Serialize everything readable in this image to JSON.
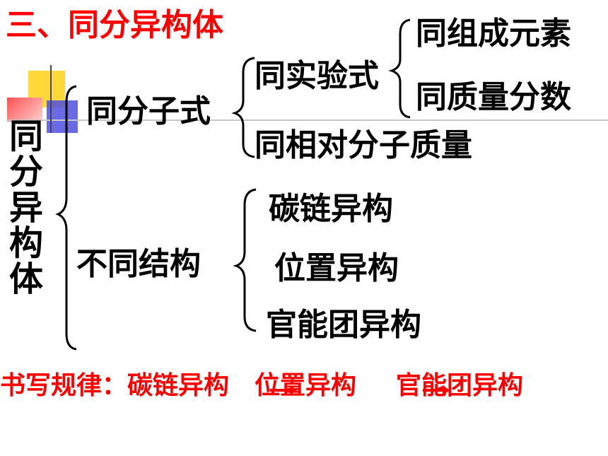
{
  "colors": {
    "red": "#ff0000",
    "black": "#000000",
    "yellow": "#ffd83a",
    "blue": "#4a4adc",
    "pink": "#ff8080"
  },
  "title": "三、同分异构体",
  "root": "同分异构体",
  "branch_same_formula": "同分子式",
  "branch_diff_structure": "不同结构",
  "empirical": "同实验式",
  "same_elements": "同组成元素",
  "same_mass_fraction": "同质量分数",
  "same_relative_mass": "同相对分子质量",
  "carbon_chain": "碳链异构",
  "position": "位置异构",
  "functional_group": "官能团异构",
  "rule_label": "书写规律：",
  "rule_step1": "碳链异构",
  "rule_step2": "位置异构",
  "rule_step3": "官能团异构",
  "icons": [
    "arrow-right-icon",
    "arrow-right-icon"
  ]
}
